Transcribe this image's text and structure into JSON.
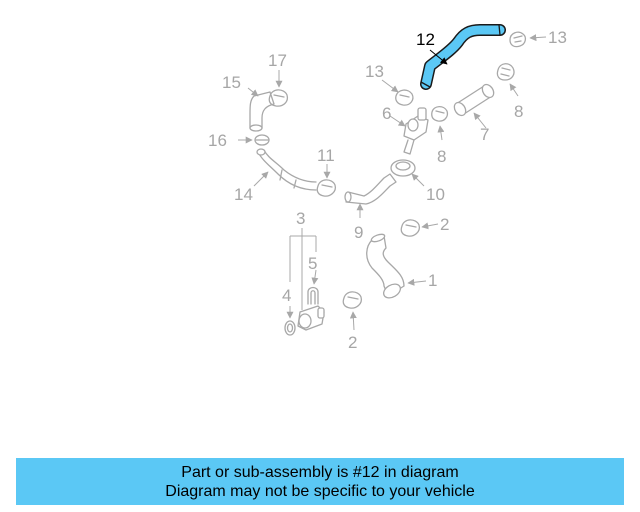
{
  "diagram": {
    "highlight_color": "#5bc8f5",
    "labels": {
      "p1": "1",
      "p2a": "2",
      "p2b": "2",
      "p3": "3",
      "p4": "4",
      "p5": "5",
      "p6": "6",
      "p7": "7",
      "p8a": "8",
      "p8b": "8",
      "p9": "9",
      "p10": "10",
      "p11": "11",
      "p12": "12",
      "p13a": "13",
      "p13b": "13",
      "p14": "14",
      "p15": "15",
      "p16": "16",
      "p17": "17"
    }
  },
  "banner": {
    "line1": "Part or sub-assembly is #12 in diagram",
    "line2": "Diagram may not be specific to your vehicle",
    "background": "#5bc8f5"
  }
}
